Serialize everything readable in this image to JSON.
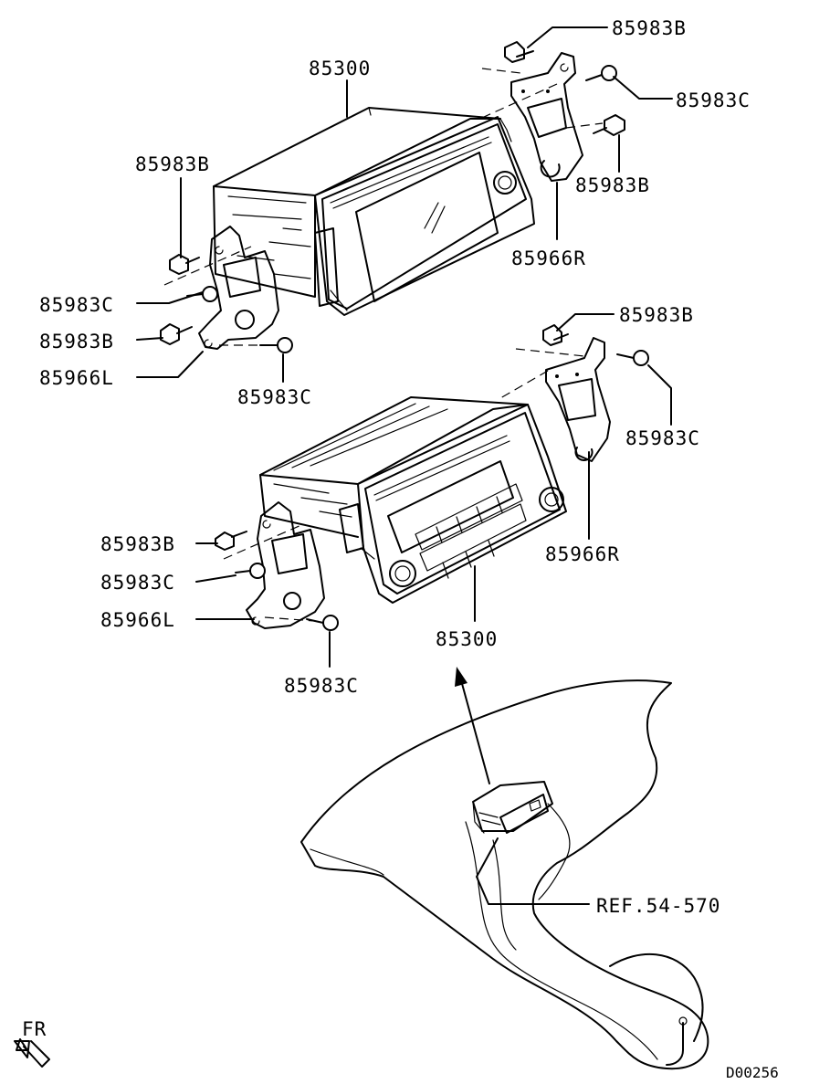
{
  "labels": {
    "unit_top": "85300",
    "unit_bottom": "85300",
    "bolt_b": "85983B",
    "screw_c": "85983C",
    "bracket_r": "85966R",
    "bracket_l": "85966L",
    "ref": "REF.54-570",
    "front": "FR",
    "diagram_code": "D00256"
  }
}
